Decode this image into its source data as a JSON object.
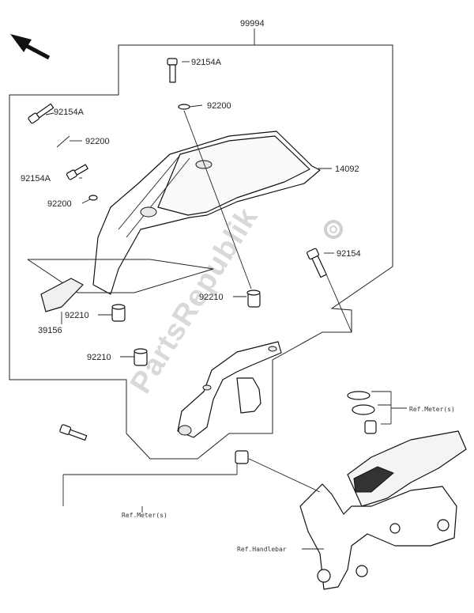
{
  "labels": {
    "assembly": "99994",
    "bolt_top": "92154A",
    "washer_top": "92200",
    "bolt_left": "92154A",
    "washer_left": "92200",
    "bolt_mid": "92154A",
    "washer_mid": "92200",
    "windshield": "14092",
    "bolt_right": "92154",
    "collar_right": "92210",
    "collar_left_a": "92210",
    "collar_left_b": "92210",
    "pad": "39156",
    "ref_meter_right": "Ref.Meter(s)",
    "ref_meter_bottom": "Ref.Meter(s)",
    "ref_handlebar": "Ref.Handlebar"
  },
  "watermark": "PartsRepublik",
  "icons": {
    "direction": "front-arrow-icon",
    "watermark_logo": "gear-icon"
  },
  "colors": {
    "line": "#222222",
    "watermark": "#d9d9d9"
  }
}
